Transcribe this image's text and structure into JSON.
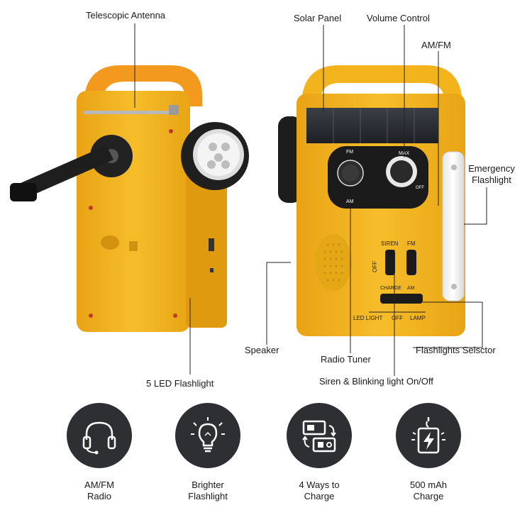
{
  "callouts": {
    "antenna": "Telescopic Antenna",
    "solar_panel": "Solar Panel",
    "volume": "Volume Control",
    "amfm": "AM/FM",
    "emergency_line1": "Emergency",
    "emergency_line2": "Flashlight",
    "speaker": "Speaker",
    "radio_tuner": "Radio Tuner",
    "flashlight_selector": "Flashlights Selsctor",
    "led_flashlight": "5 LED Flashlight",
    "siren": "Siren & Blinking light On/Off"
  },
  "device_text": {
    "siren": "SIREN",
    "fm": "FM",
    "off": "OFF",
    "charge": "CHARGE",
    "am": "AM",
    "led_light": "LED LIGHT",
    "off2": "OFF",
    "lamp": "LAMP",
    "dial_fm": "FM",
    "dial_am": "AM",
    "dial_max": "MAX",
    "dial_off": "OFF"
  },
  "features": [
    {
      "icon": "headphones-icon",
      "line1": "AM/FM",
      "line2": "Radio"
    },
    {
      "icon": "lightbulb-icon",
      "line1": "Brighter",
      "line2": "Flashlight"
    },
    {
      "icon": "charging-icon",
      "line1": "4 Ways to",
      "line2": "Charge"
    },
    {
      "icon": "battery-bolt-icon",
      "line1": "500 mAh",
      "line2": "Charge"
    }
  ],
  "colors": {
    "body_yellow": "#f2b31c",
    "handle_orange": "#f39a1e",
    "icon_circle": "#2d2f33"
  }
}
